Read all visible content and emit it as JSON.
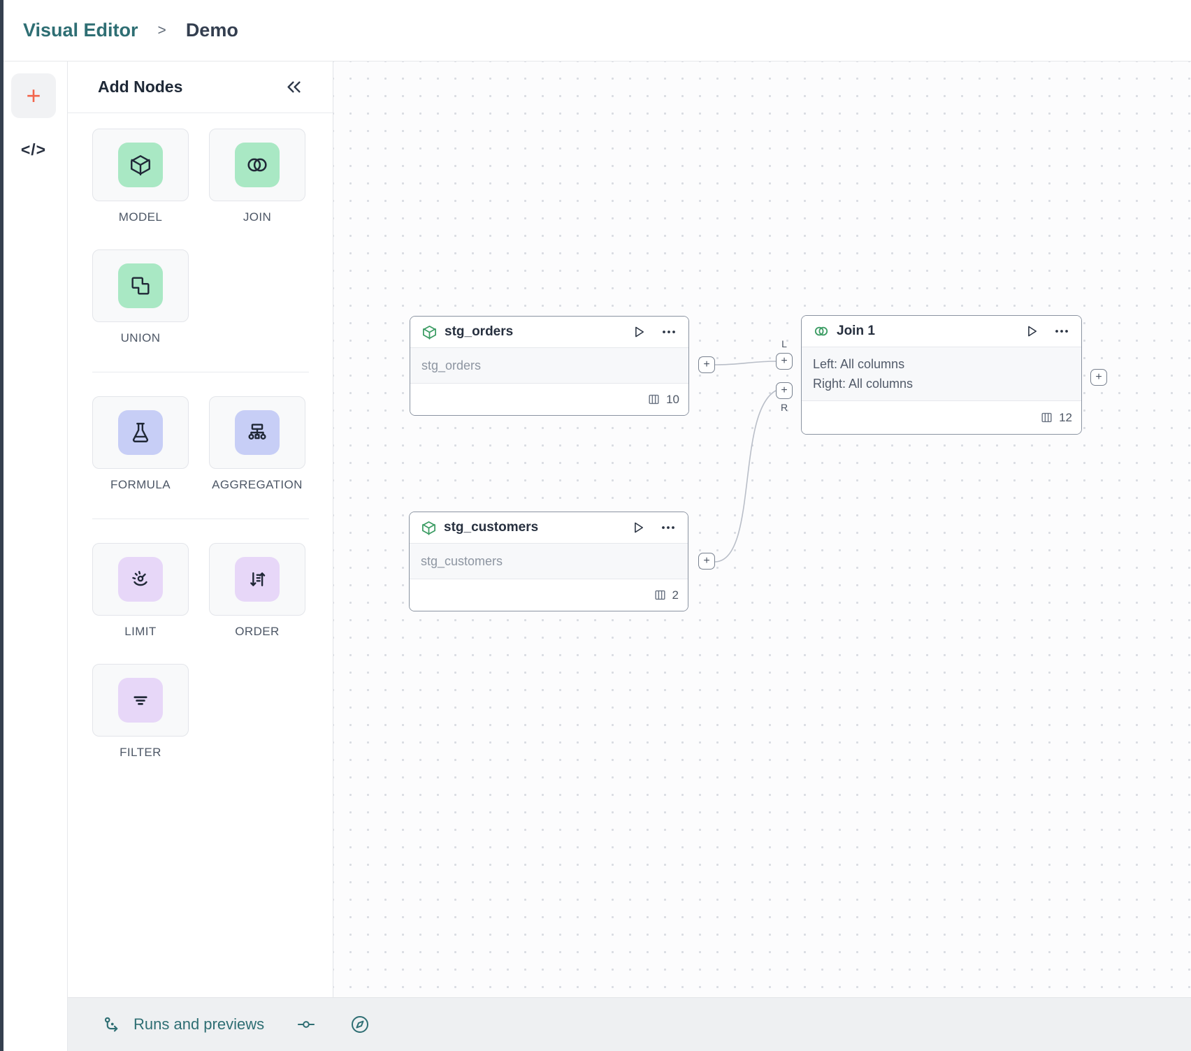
{
  "header": {
    "breadcrumb_root": "Visual Editor",
    "breadcrumb_separator": ">",
    "breadcrumb_current": "Demo"
  },
  "left_toolbar": {
    "add_label": "+",
    "code_label": "</>"
  },
  "palette": {
    "title": "Add Nodes",
    "groups": [
      {
        "items": [
          {
            "label": "MODEL"
          },
          {
            "label": "JOIN"
          },
          {
            "label": "UNION"
          }
        ]
      },
      {
        "items": [
          {
            "label": "FORMULA"
          },
          {
            "label": "AGGREGATION"
          }
        ]
      },
      {
        "items": [
          {
            "label": "LIMIT"
          },
          {
            "label": "ORDER"
          },
          {
            "label": "FILTER"
          }
        ]
      }
    ]
  },
  "canvas": {
    "handle_plus": "+",
    "left_port_label": "L",
    "right_port_label": "R",
    "nodes": [
      {
        "title": "stg_orders",
        "body": "stg_orders",
        "column_count": "10"
      },
      {
        "title": "stg_customers",
        "body": "stg_customers",
        "column_count": "2"
      },
      {
        "title": "Join 1",
        "body_left": "Left: All columns",
        "body_right": "Right: All columns",
        "column_count": "12"
      }
    ]
  },
  "statusbar": {
    "runs_label": "Runs and previews"
  },
  "colors": {
    "accent_teal": "#2e6e73",
    "accent_orange": "#f2654c",
    "node_icon_green": "#3b9c63",
    "palette_green": "#a9e8c4",
    "palette_blue": "#c7cef6",
    "palette_purple": "#e7d7f8",
    "edge_grey": "#b9bec8"
  }
}
